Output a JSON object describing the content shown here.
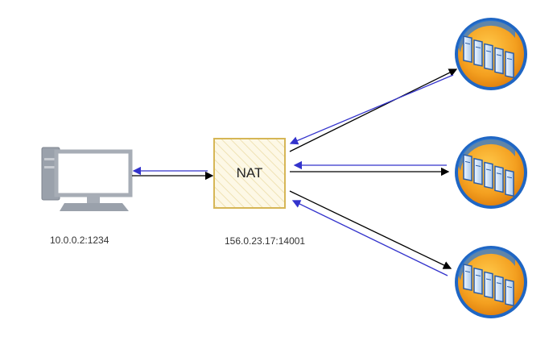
{
  "client": {
    "address": "10.0.0.2:1234",
    "icon": "desktop-computer-icon"
  },
  "nat": {
    "label": "NAT",
    "address": "156.0.23.17:14001",
    "fill_color": "#fdf8e6",
    "border_color": "#d6b656"
  },
  "servers": [
    {
      "icon": "server-rack-icon"
    },
    {
      "icon": "server-rack-icon"
    },
    {
      "icon": "server-rack-icon"
    }
  ],
  "colors": {
    "outbound_arrow": "#000000",
    "return_arrow": "#3333cc"
  }
}
